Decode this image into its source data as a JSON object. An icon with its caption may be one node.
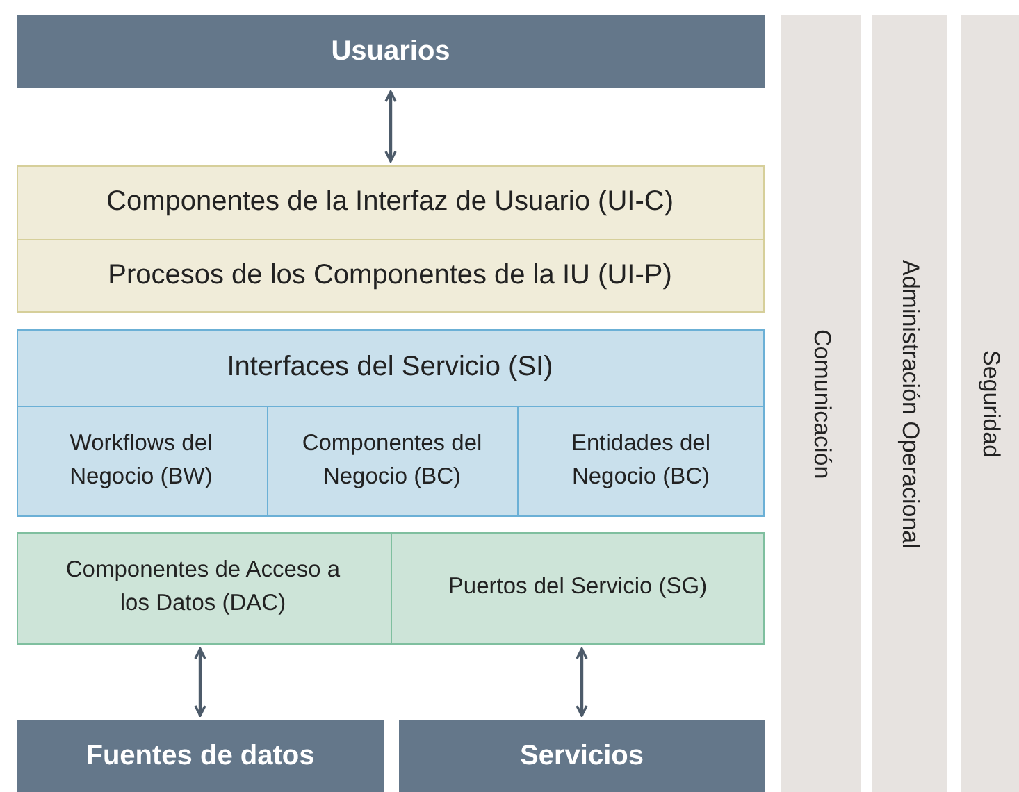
{
  "diagram": {
    "nodes": [
      {
        "text": [
          "Usuarios"
        ]
      },
      {
        "text": [],
        "shape": "box"
      },
      {
        "text": [
          "Componentes de la Interfaz de Usuario (UI-C)"
        ],
        "in": 1
      },
      {
        "text": [
          "Procesos de los Componentes de la IU (UI-P)"
        ],
        "in": 1
      },
      {
        "text": [],
        "shape": "box"
      },
      {
        "text": [
          "Interfaces del Servicio (SI)"
        ],
        "in": 4
      },
      {
        "text": [
          "Workflows del Negocio (BW)"
        ],
        "in": 4
      },
      {
        "text": [
          "Componentes del Negocio (BC)"
        ],
        "in": 4
      },
      {
        "text": [
          "Entidades del Negocio (BC)"
        ],
        "in": 4
      },
      {
        "text": [],
        "shape": "box"
      },
      {
        "text": [
          "Componentes de Acceso a los Datos (DAC)"
        ],
        "in": 9
      },
      {
        "text": [
          "Puertos del Servicio (SG)"
        ],
        "in": 9
      },
      {
        "text": [
          "Fuentes de datos"
        ]
      },
      {
        "text": [
          "Servicios"
        ]
      },
      {
        "text": [
          "Comunicación"
        ]
      },
      {
        "text": [
          "Administración Operacional"
        ]
      },
      {
        "text": [
          "Seguridad"
        ]
      }
    ],
    "edges": [
      {
        "from": 0,
        "to": 1,
        "arrow": "both"
      },
      {
        "from": 10,
        "to": 12,
        "arrow": "both"
      },
      {
        "from": 11,
        "to": 13,
        "arrow": "both"
      }
    ]
  }
}
